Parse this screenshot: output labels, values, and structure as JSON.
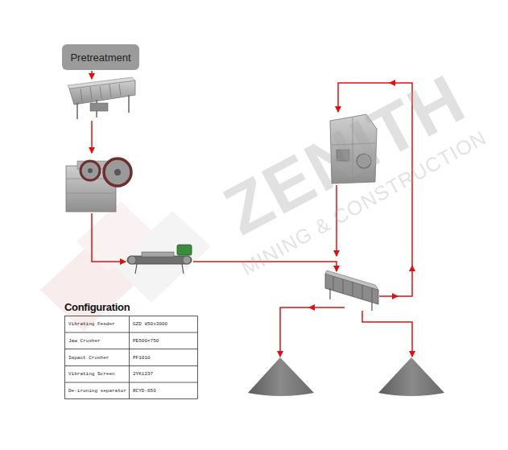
{
  "diagram": {
    "nodes": [
      {
        "text": [
          "Pretreatment"
        ]
      }
    ],
    "labels": [
      "Configuration",
      "Vibrating Feeder",
      "GZD 850x3000",
      "Jaw Crusher",
      "PE500×750",
      "Impact Crusher",
      "PF1010",
      "Vibrating Screen",
      "2YK1237",
      "De-ironing separator",
      "RCYD-650",
      "ZENITH",
      "MINING & CONSTRUCTION"
    ]
  }
}
